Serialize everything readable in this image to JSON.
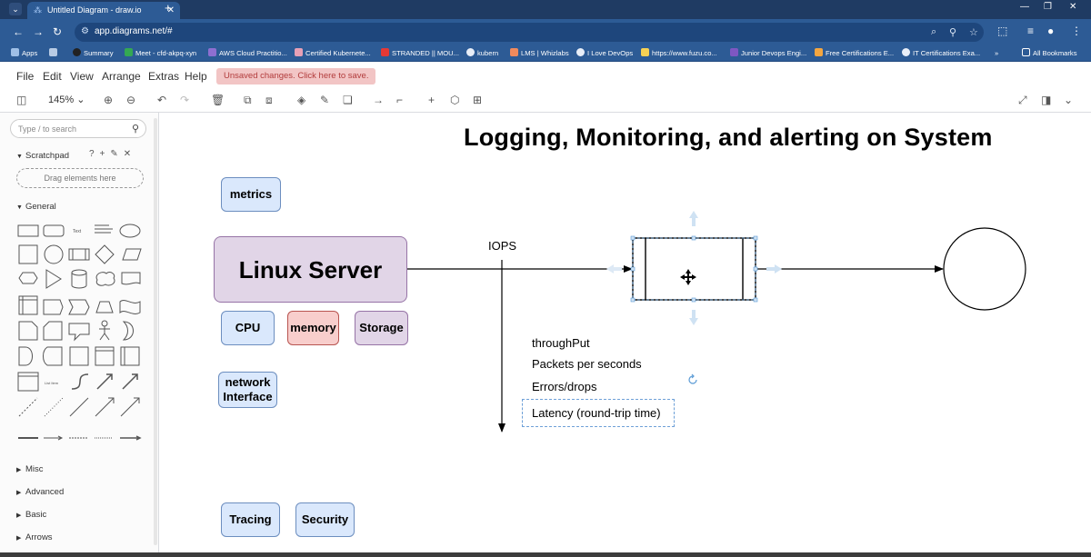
{
  "browser": {
    "tab_title": "Untitled Diagram - draw.io",
    "url": "app.diagrams.net/#",
    "bookmarks": [
      "Apps",
      "Summary",
      "Meet - cfd-akpq-xyn",
      "AWS Cloud Practitio...",
      "Certified Kubernete...",
      "STRANDED || MOU...",
      "kubern",
      "LMS | Whizlabs",
      "I Love DevOps",
      "https://www.fuzu.co...",
      "Junior Devops Engi...",
      "Free Certifications E...",
      "IT Certifications Exa..."
    ],
    "all_bookmarks": "All Bookmarks",
    "colors": {
      "tab_bar": "#1f3b63",
      "chrome": "#2d5b95"
    }
  },
  "menu": {
    "items": [
      "File",
      "Edit",
      "View",
      "Arrange",
      "Extras",
      "Help"
    ],
    "unsaved": "Unsaved changes. Click here to save."
  },
  "toolbar": {
    "zoom": "145%"
  },
  "sidebar": {
    "search_placeholder": "Type / to search",
    "scratchpad": "Scratchpad",
    "drag_here": "Drag elements here",
    "general": "General",
    "categories": [
      "Misc",
      "Advanced",
      "Basic",
      "Arrows"
    ]
  },
  "diagram": {
    "title": "Logging, Monitoring, and alerting on System",
    "nodes": {
      "metrics": "metrics",
      "linux_server": "Linux Server",
      "cpu": "CPU",
      "memory": "memory",
      "storage": "Storage",
      "network_l1": "network",
      "network_l2": "Interface",
      "tracing": "Tracing",
      "security": "Security"
    },
    "labels": {
      "iops": "IOPS",
      "throughput": "throughPut",
      "packets": "Packets per seconds",
      "errors": "Errors/drops",
      "latency": "Latency (round-trip time)"
    },
    "colors": {
      "blue_fill": "#dae8fc",
      "red_fill": "#f8cecc",
      "purple_fill": "#e1d5e7"
    }
  }
}
